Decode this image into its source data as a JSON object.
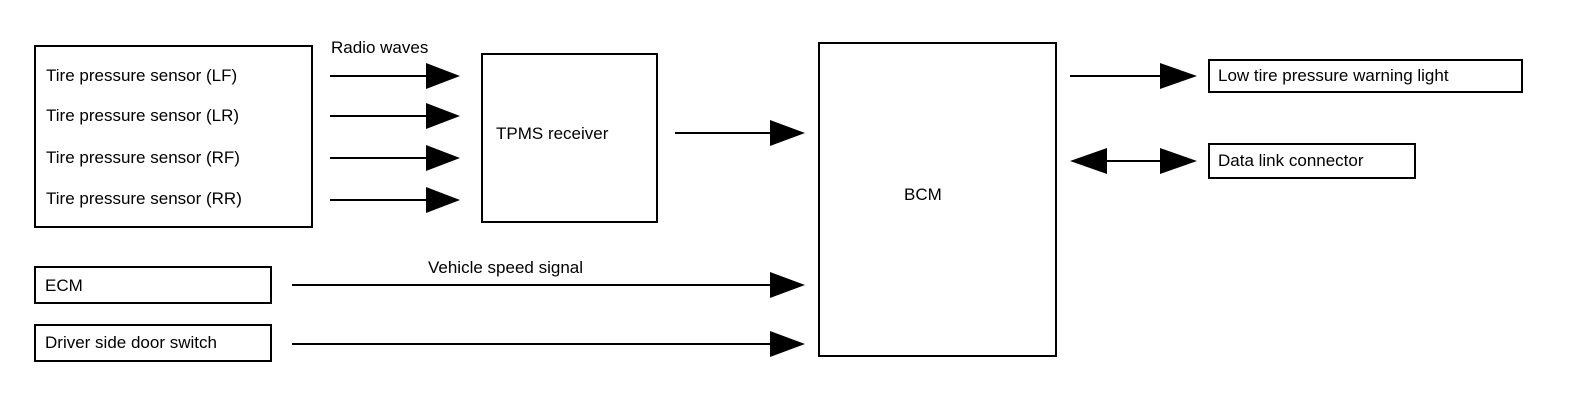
{
  "sensors": [
    "Tire pressure sensor (LF)",
    "Tire pressure sensor (LR)",
    "Tire pressure sensor (RF)",
    "Tire pressure sensor (RR)"
  ],
  "labels": {
    "radio_waves": "Radio waves",
    "vehicle_speed_signal": "Vehicle speed signal"
  },
  "blocks": {
    "tpms_receiver": "TPMS receiver",
    "bcm": "BCM",
    "ecm": "ECM",
    "door_switch": "Driver side door switch",
    "warning_light": "Low tire pressure warning light",
    "data_link": "Data link connector"
  }
}
